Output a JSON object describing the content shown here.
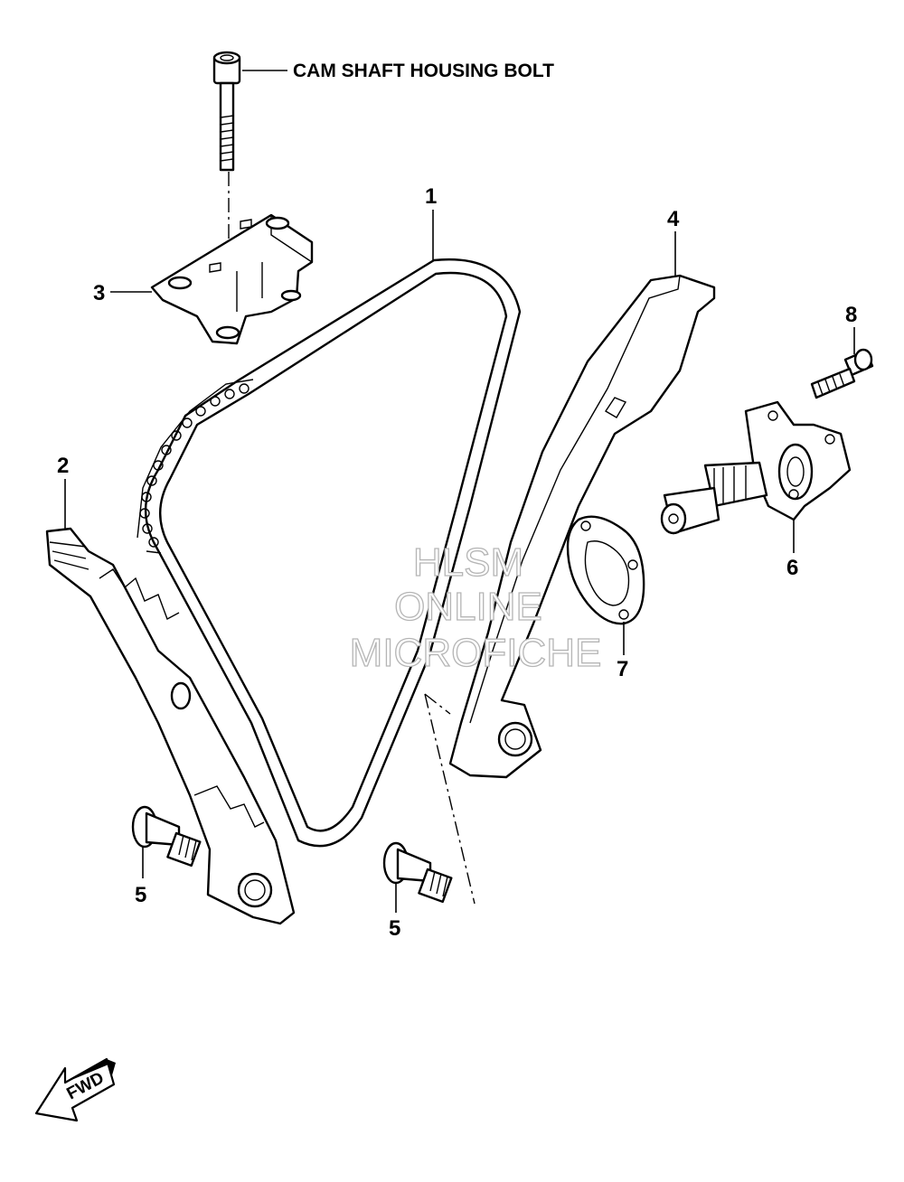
{
  "labels": {
    "cam_shaft_housing_bolt": "CAM SHAFT HOUSING BOLT",
    "ref_1": "1",
    "ref_2": "2",
    "ref_3": "3",
    "ref_4": "4",
    "ref_5_left": "5",
    "ref_5_right": "5",
    "ref_6": "6",
    "ref_7": "7",
    "ref_8": "8"
  },
  "watermark": {
    "line1": "HLSM",
    "line2": "ONLINE",
    "line3": "MICROFICHE"
  },
  "fwd_arrow": {
    "text": "FWD"
  }
}
